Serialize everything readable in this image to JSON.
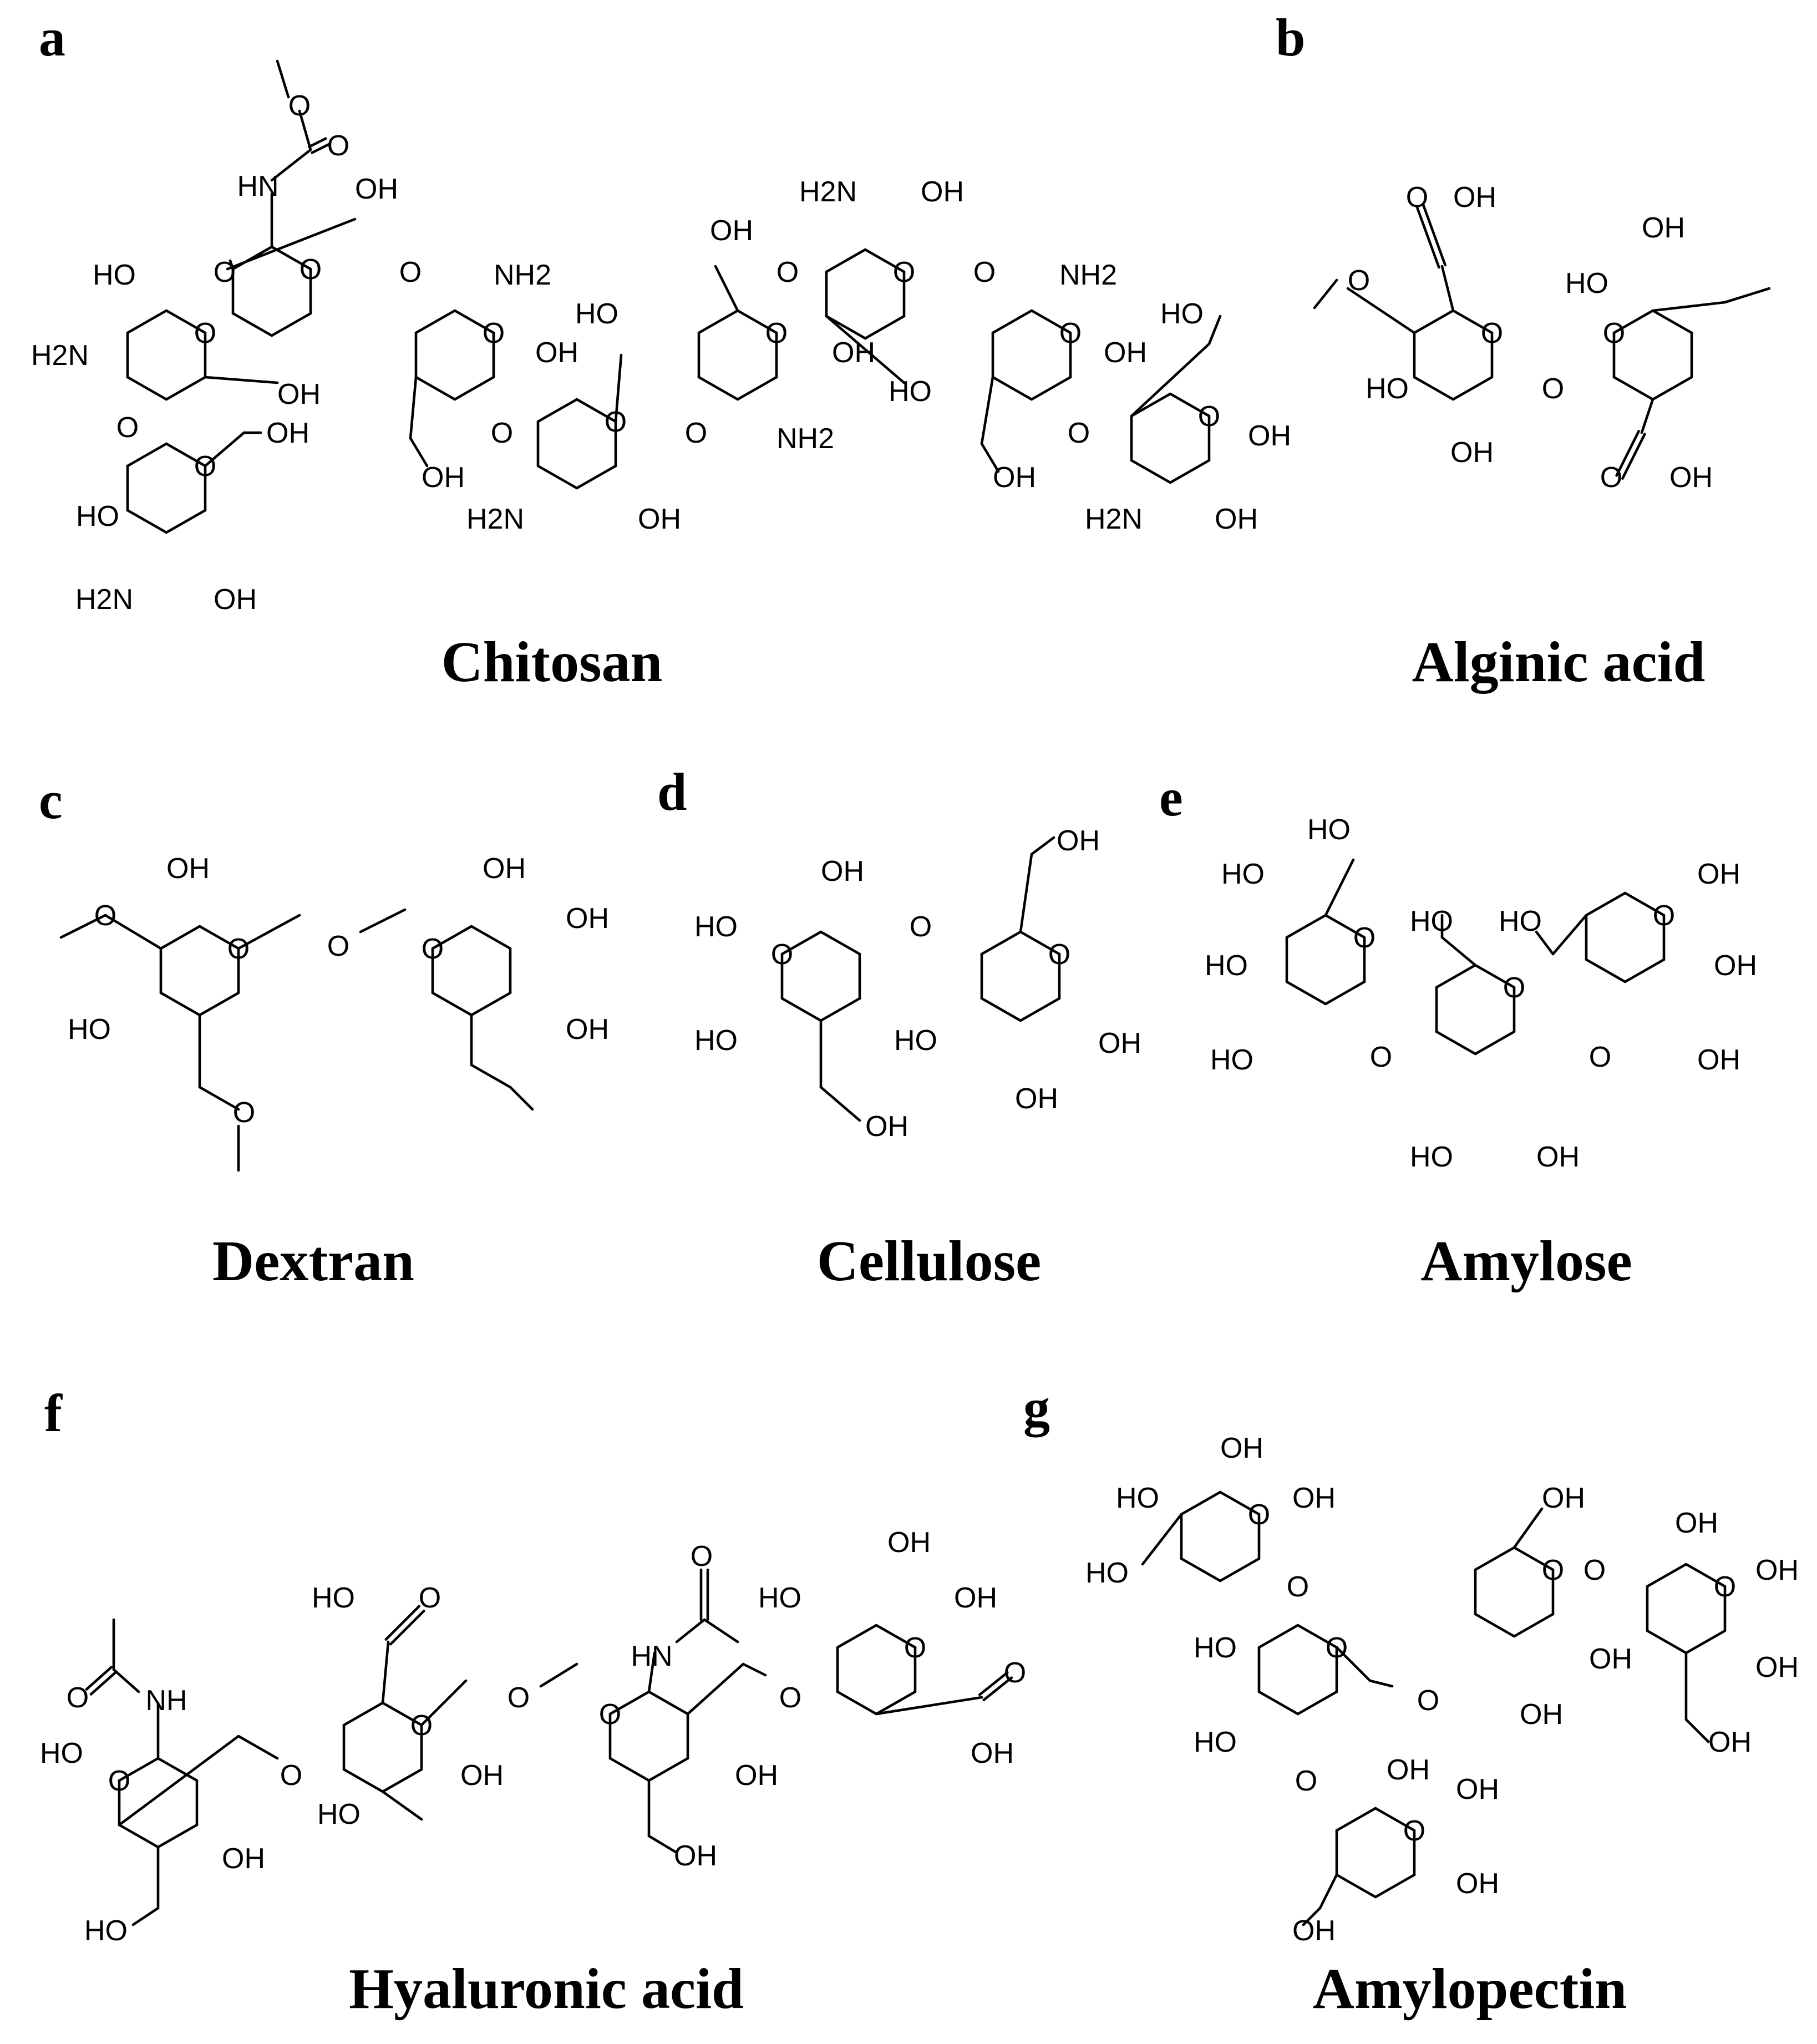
{
  "panels": [
    {
      "id": "a",
      "letter": "a",
      "name": "Chitosan"
    },
    {
      "id": "b",
      "letter": "b",
      "name": "Alginic acid"
    },
    {
      "id": "c",
      "letter": "c",
      "name": "Dextran"
    },
    {
      "id": "d",
      "letter": "d",
      "name": "Cellulose"
    },
    {
      "id": "e",
      "letter": "e",
      "name": "Amylose"
    },
    {
      "id": "f",
      "letter": "f",
      "name": "Hyaluronic acid"
    },
    {
      "id": "g",
      "letter": "g",
      "name": "Amylopectin"
    }
  ],
  "atom_labels": {
    "hydroxyl_right": "OH",
    "hydroxyl_left": "HO",
    "amine_right": "NH2",
    "amine_left": "H2N",
    "amide_nh": "NH",
    "amide_hn": "HN",
    "oxygen": "O"
  }
}
